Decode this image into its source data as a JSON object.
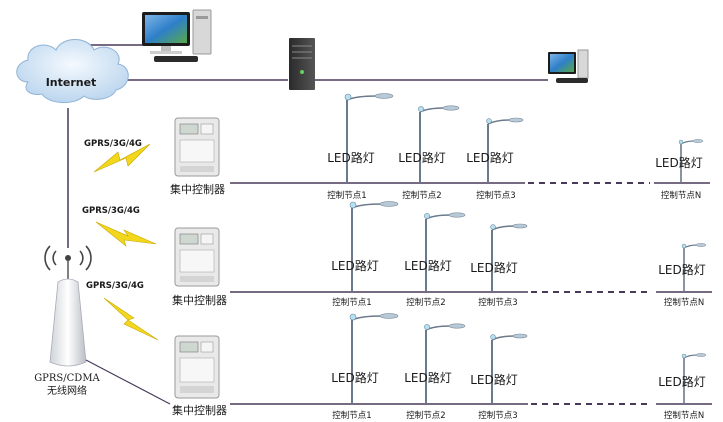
{
  "internet_label": "Internet",
  "tower_label_line1": "GPRS/CDMA",
  "tower_label_line2": "无线网络",
  "wireless_label": "GPRS/3G/4G",
  "concentrator_label": "集中控制器",
  "led_label": "LED路灯",
  "rows": [
    {
      "nodes": [
        "控制节点1",
        "控制节点2",
        "控制节点3",
        "控制节点N"
      ]
    },
    {
      "nodes": [
        "控制节点1",
        "控制节点2",
        "控制节点3",
        "控制节点N"
      ]
    },
    {
      "nodes": [
        "控制节点1",
        "控制节点2",
        "控制节点3",
        "控制节点N"
      ]
    }
  ],
  "colors": {
    "line": "#4a3a5a",
    "cloud": "#cfe2f3",
    "lightning": "#f2d71c",
    "pole": "#6a7a8a",
    "meter": "#e9e9e9"
  }
}
